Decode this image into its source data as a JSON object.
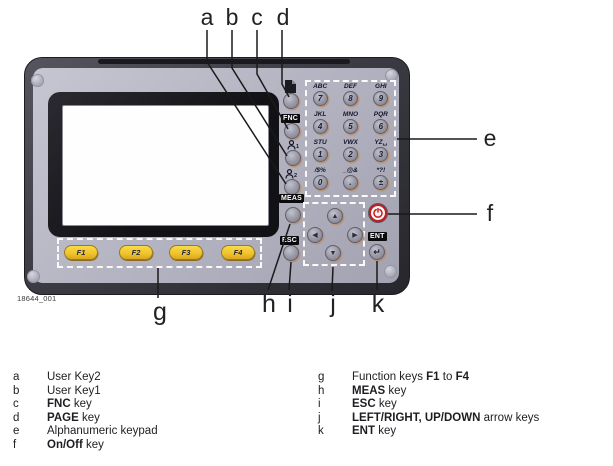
{
  "figure_id": "18644_001",
  "callouts": {
    "top": [
      "a",
      "b",
      "c",
      "d"
    ],
    "right": [
      "e",
      "f"
    ],
    "bottom": [
      "g",
      "h",
      "i",
      "j",
      "k"
    ]
  },
  "device": {
    "left_column": {
      "page_icon": "page-icon",
      "fnc_label": "FNC",
      "user1_icon": "user-icon",
      "user1_sub": "1",
      "user2_icon": "user-icon",
      "user2_sub": "2",
      "meas_label": "MEAS",
      "esc_label": "ESC"
    },
    "alnum_keypad": {
      "keys": [
        {
          "letters": "ABC",
          "char": "7"
        },
        {
          "letters": "DEF",
          "char": "8"
        },
        {
          "letters": "GHI",
          "char": "9"
        },
        {
          "letters": "JKL",
          "char": "4"
        },
        {
          "letters": "MNO",
          "char": "5"
        },
        {
          "letters": "PQR",
          "char": "6"
        },
        {
          "letters": "STU",
          "char": "1"
        },
        {
          "letters": "VWX",
          "char": "2"
        },
        {
          "letters": "YZ␣",
          "char": "3"
        },
        {
          "letters": "/$%",
          "char": "0"
        },
        {
          "letters": "_@&",
          "char": "."
        },
        {
          "letters": "*?!",
          "char": "±"
        }
      ]
    },
    "arrow_keys": [
      {
        "dir": "up",
        "glyph": "▲"
      },
      {
        "dir": "left",
        "glyph": "◀"
      },
      {
        "dir": "right",
        "glyph": "▶"
      },
      {
        "dir": "down",
        "glyph": "▼"
      }
    ],
    "function_keys": [
      "F1",
      "F2",
      "F3",
      "F4"
    ],
    "ent_key": {
      "label": "ENT",
      "glyph": "↵"
    },
    "power_key": {
      "name": "on-off"
    }
  },
  "colors": {
    "panel": "#b2b2c0",
    "body_dark": "#3c3c44",
    "fkey_yellow": "#eec22c",
    "power_red": "#c81c1c",
    "key_glow_orange": "#c08a5a"
  },
  "legend": {
    "left": [
      {
        "letter": "a",
        "parts": [
          {
            "t": "User Key2",
            "b": false
          }
        ]
      },
      {
        "letter": "b",
        "parts": [
          {
            "t": "User Key1",
            "b": false
          }
        ]
      },
      {
        "letter": "c",
        "parts": [
          {
            "t": "FNC",
            "b": true
          },
          {
            "t": " key",
            "b": false
          }
        ]
      },
      {
        "letter": "d",
        "parts": [
          {
            "t": "PAGE",
            "b": true
          },
          {
            "t": " key",
            "b": false
          }
        ]
      },
      {
        "letter": "e",
        "parts": [
          {
            "t": "Alphanumeric keypad",
            "b": false
          }
        ]
      },
      {
        "letter": "f",
        "parts": [
          {
            "t": "On/Off",
            "b": true
          },
          {
            "t": " key",
            "b": false
          }
        ]
      }
    ],
    "right": [
      {
        "letter": "g",
        "parts": [
          {
            "t": "Function keys ",
            "b": false
          },
          {
            "t": "F1",
            "b": true
          },
          {
            "t": " to ",
            "b": false
          },
          {
            "t": "F4",
            "b": true
          }
        ]
      },
      {
        "letter": "h",
        "parts": [
          {
            "t": "MEAS",
            "b": true
          },
          {
            "t": " key",
            "b": false
          }
        ]
      },
      {
        "letter": "i",
        "parts": [
          {
            "t": "ESC",
            "b": true
          },
          {
            "t": " key",
            "b": false
          }
        ]
      },
      {
        "letter": "j",
        "parts": [
          {
            "t": "LEFT/RIGHT, UP/DOWN",
            "b": true
          },
          {
            "t": " arrow keys",
            "b": false
          }
        ]
      },
      {
        "letter": "k",
        "parts": [
          {
            "t": "ENT",
            "b": true
          },
          {
            "t": " key",
            "b": false
          }
        ]
      }
    ]
  }
}
